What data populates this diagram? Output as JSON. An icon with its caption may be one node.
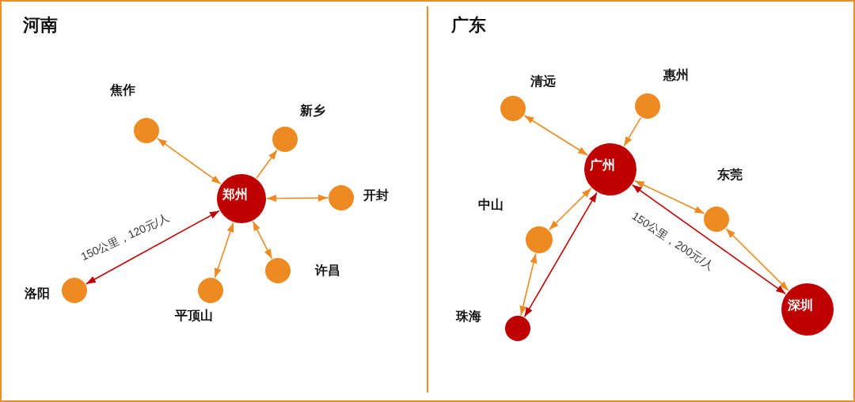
{
  "diagram": {
    "nodes": [
      {
        "text": [
          "郑州"
        ]
      },
      {
        "text": [],
        "shape": "circle",
        "beside": [
          "焦作"
        ]
      },
      {
        "text": [],
        "shape": "circle",
        "beside": [
          "新乡"
        ]
      },
      {
        "text": [],
        "shape": "circle",
        "beside": [
          "开封"
        ]
      },
      {
        "text": [],
        "shape": "circle",
        "beside": [
          "许昌"
        ]
      },
      {
        "text": [],
        "shape": "circle",
        "beside": [
          "平顶山"
        ]
      },
      {
        "text": [],
        "shape": "circle",
        "beside": [
          "洛阳"
        ]
      },
      {
        "text": [
          "广州"
        ]
      },
      {
        "text": [],
        "shape": "circle",
        "beside": [
          "清远"
        ]
      },
      {
        "text": [],
        "shape": "circle",
        "beside": [
          "惠州"
        ]
      },
      {
        "text": [],
        "shape": "circle",
        "beside": [
          "东莞"
        ]
      },
      {
        "text": [],
        "shape": "circle",
        "beside": [
          "中山"
        ]
      },
      {
        "text": [],
        "shape": "circle",
        "beside": [
          "珠海"
        ]
      },
      {
        "text": [
          "深圳"
        ]
      }
    ],
    "edges": [
      {
        "from": 0,
        "to": 1,
        "arrow": "both"
      },
      {
        "from": 0,
        "to": 2,
        "arrow": "to"
      },
      {
        "from": 0,
        "to": 3,
        "arrow": "both"
      },
      {
        "from": 0,
        "to": 4,
        "arrow": "both"
      },
      {
        "from": 0,
        "to": 5,
        "arrow": "both"
      },
      {
        "from": 0,
        "to": 6,
        "arrow": "both",
        "color": "#c00000",
        "label": "150公里，120元/人"
      },
      {
        "from": 7,
        "to": 8,
        "arrow": "both"
      },
      {
        "from": 9,
        "to": 7,
        "arrow": "to"
      },
      {
        "from": 7,
        "to": 10,
        "arrow": "both"
      },
      {
        "from": 10,
        "to": 13,
        "arrow": "both"
      },
      {
        "from": 7,
        "to": 11,
        "arrow": "both"
      },
      {
        "from": 11,
        "to": 12,
        "arrow": "both"
      },
      {
        "from": 7,
        "to": 12,
        "arrow": "both",
        "color": "#c00000"
      },
      {
        "from": 7,
        "to": 13,
        "arrow": "both",
        "color": "#c00000",
        "label": "150公里，200元/人"
      }
    ],
    "labels": [
      "河南",
      "广东"
    ]
  }
}
